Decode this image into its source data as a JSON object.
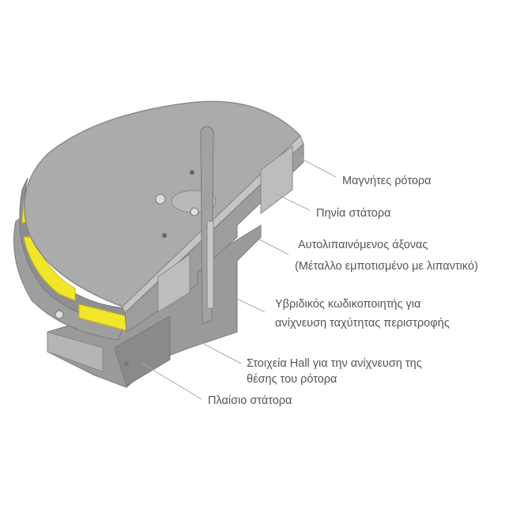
{
  "labels": {
    "rotor_magnets": "Μαγνήτες ρότορα",
    "stator_coils": "Πηνία στάτορα",
    "shaft_line1": "Αυτολιπαινόμενος άξονας",
    "shaft_line2": "(Μέταλλο εμποτισμένο με λιπαντικό)",
    "encoder_line1": "Υβριδικός κωδικοποιητής για",
    "encoder_line2": "ανίχνευση ταχύτητας περιστροφής",
    "hall_line1": "Στοιχεία Hall για την ανίχνευση της",
    "hall_line2": "θέσης του ρότορα",
    "stator_frame": "Πλαίσιο στάτορα"
  },
  "colors": {
    "body": "#a9a9a9",
    "edge": "#8c8c8c",
    "magnet": "#f2e62a",
    "leader": "#aaaaaa",
    "text": "#555555"
  }
}
